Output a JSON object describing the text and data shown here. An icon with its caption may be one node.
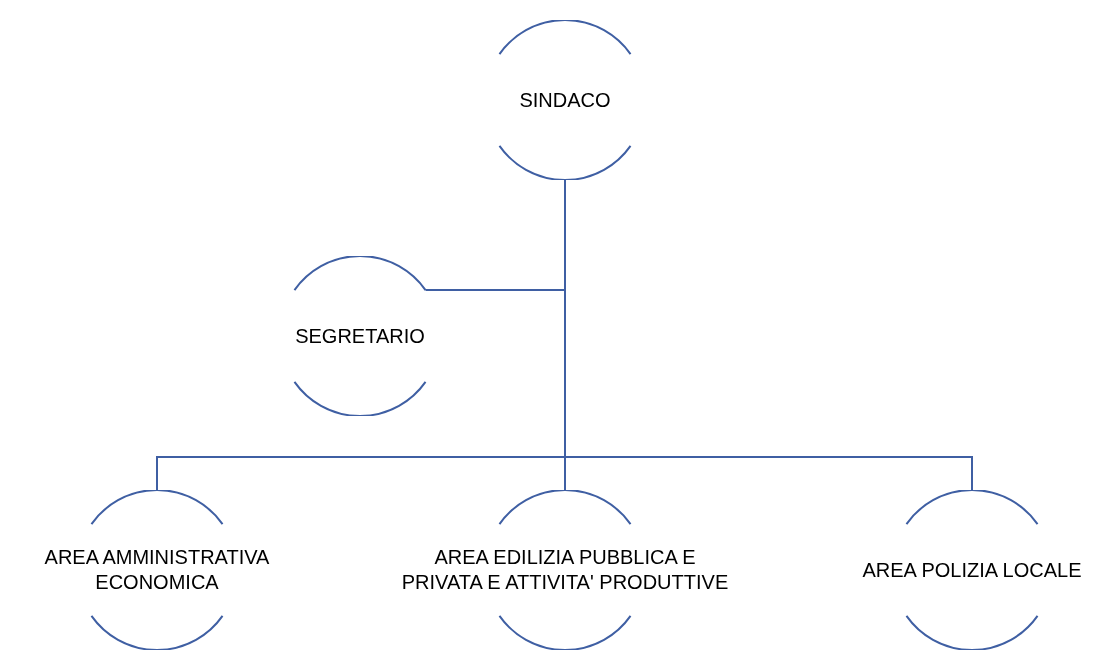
{
  "diagram": {
    "nodes": [
      {
        "text": [
          "SINDACO"
        ]
      },
      {
        "text": [
          "SEGRETARIO"
        ]
      },
      {
        "text": [
          "AREA AMMINISTRATIVA ECONOMICA"
        ]
      },
      {
        "text": [
          "AREA EDILIZIA PUBBLICA E PRIVATA E ATTIVITA' PRODUTTIVE"
        ]
      },
      {
        "text": [
          "AREA POLIZIA LOCALE"
        ]
      }
    ],
    "edges": [
      {
        "from": 0,
        "to": 1,
        "arrow": "none"
      },
      {
        "from": 0,
        "to": 2,
        "arrow": "none"
      },
      {
        "from": 0,
        "to": 3,
        "arrow": "none"
      },
      {
        "from": 0,
        "to": 4,
        "arrow": "none"
      }
    ]
  }
}
